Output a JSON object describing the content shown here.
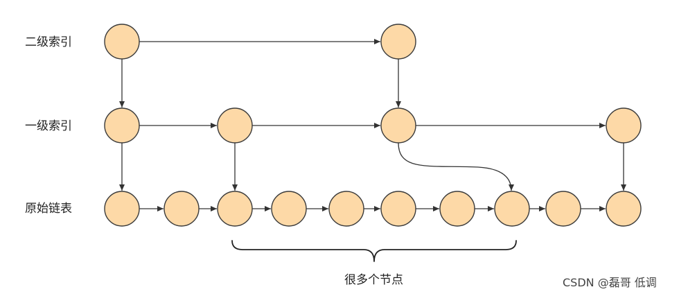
{
  "labels": {
    "level2": "二级索引",
    "level1": "一级索引",
    "base": "原始链表"
  },
  "brace_label": "很多个节点",
  "watermark": "CSDN @磊哥 低调",
  "colors": {
    "node_fill": "#fdd9a7",
    "node_stroke": "#3a3a3a",
    "edge": "#333333"
  }
}
